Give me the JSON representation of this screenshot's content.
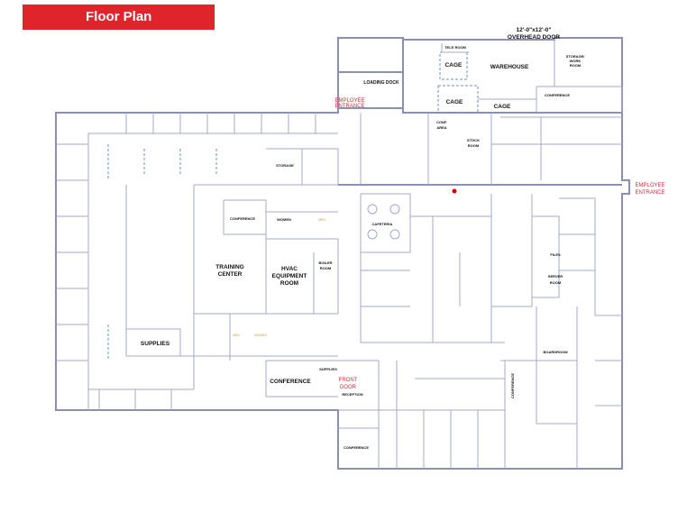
{
  "header": {
    "title": "Floor Plan"
  },
  "labels": {
    "overhead_door_1": "12'-0\"x12'-0\"",
    "overhead_door_2": "OVERHEAD DOOR",
    "tele_room": "TELE ROOM",
    "cage_1": "CAGE",
    "cage_2": "CAGE",
    "cage_3": "CAGE",
    "warehouse": "WAREHOUSE",
    "storage_work_1": "STORAGE/",
    "storage_work_2": "WORK",
    "storage_work_3": "ROOM",
    "loading_dock": "LOADING DOCK",
    "employee_entrance_1a": "EMPLOYEE",
    "employee_entrance_1b": "ENTRANCE",
    "employee_entrance_2a": "EMPLOYEE",
    "employee_entrance_2b": "ENTRANCE",
    "conference_warehouse": "CONFERENCE",
    "conf_area_1": "CONF.",
    "conf_area_2": "AREA",
    "stock_room_1": "STOCK",
    "stock_room_2": "ROOM",
    "storage": "STORAGE",
    "cafeteria": "CAFETERIA",
    "conference_training": "CONFERENCE",
    "training_center_1": "TRAINING",
    "training_center_2": "CENTER",
    "hvac_1": "HVAC",
    "hvac_2": "EQUIPMENT",
    "hvac_3": "ROOM",
    "boiler_1": "BOILER",
    "boiler_2": "ROOM",
    "supplies_left": "SUPPLIES",
    "supplies_center": "SUPPLIES",
    "conference_south": "CONFERENCE",
    "front_door_1": "FRONT",
    "front_door_2": "DOOR",
    "reception": "RECEPTION",
    "conference_reception": "CONFERENCE",
    "conference_vertical": "CONFERENCE",
    "files": "FILES",
    "server_1": "SERVER",
    "server_2": "ROOM",
    "boardroom": "BOARDROOM",
    "men_1": "MEN",
    "women_1": "WOMEN",
    "men_2": "MEN",
    "women_2": "WOMEN"
  },
  "colors": {
    "header": "#e0242b",
    "walls": "#8a8fb8",
    "entrance_text": "#c8343a"
  }
}
